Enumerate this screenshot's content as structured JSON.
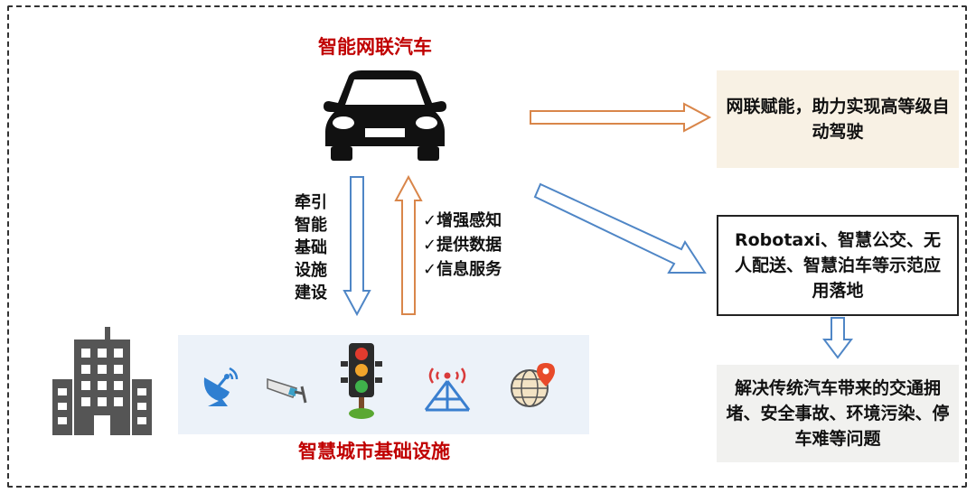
{
  "car_title": "智能网联汽车",
  "infra_title": "智慧城市基础设施",
  "left_label_lines": [
    "牵引",
    "智能",
    "基础",
    "设施",
    "建设"
  ],
  "checks": [
    "增强感知",
    "提供数据",
    "信息服务"
  ],
  "check_mark": "✓",
  "box_top": "网联赋能，助力实现高等级自动驾驶",
  "box_middle": "Robotaxi、智慧公交、无人配送、智慧泊车等示范应用落地",
  "box_bottom": "解决传统汽车带来的交通拥堵、安全事故、环境污染、停车难等问题",
  "icons": [
    "building-icon",
    "satellite-dish-icon",
    "surveillance-camera-icon",
    "traffic-light-icon",
    "signal-tower-icon",
    "globe-location-icon",
    "car-icon"
  ],
  "colors": {
    "title_red": "#c00000",
    "arrow_blue": "#4f86c6",
    "arrow_orange": "#d9864a",
    "box_beige": "#f8f1e4",
    "box_gray": "#f1f1ef",
    "strip_blue": "#ecf2f9"
  }
}
